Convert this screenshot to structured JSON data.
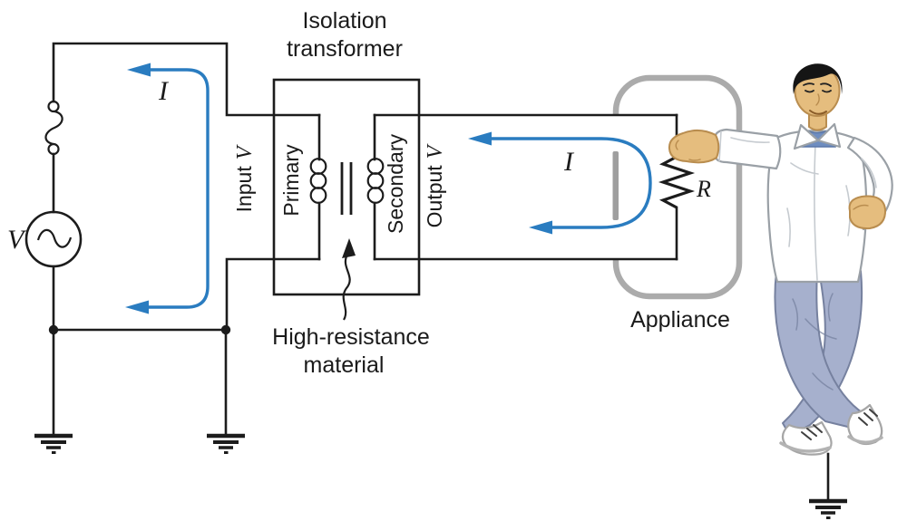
{
  "labels": {
    "isolation_line1": "Isolation",
    "isolation_line2": "transformer",
    "input_prefix": "Input",
    "output_prefix": "Output",
    "primary": "Primary",
    "secondary": "Secondary",
    "high_resistance_line1": "High-resistance",
    "high_resistance_line2": "material",
    "appliance": "Appliance"
  },
  "symbols": {
    "source_voltage": "V",
    "voltage": "V",
    "current": "I",
    "resistance": "R"
  },
  "colors": {
    "wire": "#1c1c1c",
    "current_arrow": "#2a7cc0",
    "appliance_case": "#ababab",
    "case_fragment": "#9f9f9f",
    "skin": "#e5bd7e",
    "hair": "#151515",
    "shirt": "#ffffff",
    "undershirt": "#6e8dc0",
    "jeans": "#a6b0cd",
    "background": "#ffffff"
  }
}
